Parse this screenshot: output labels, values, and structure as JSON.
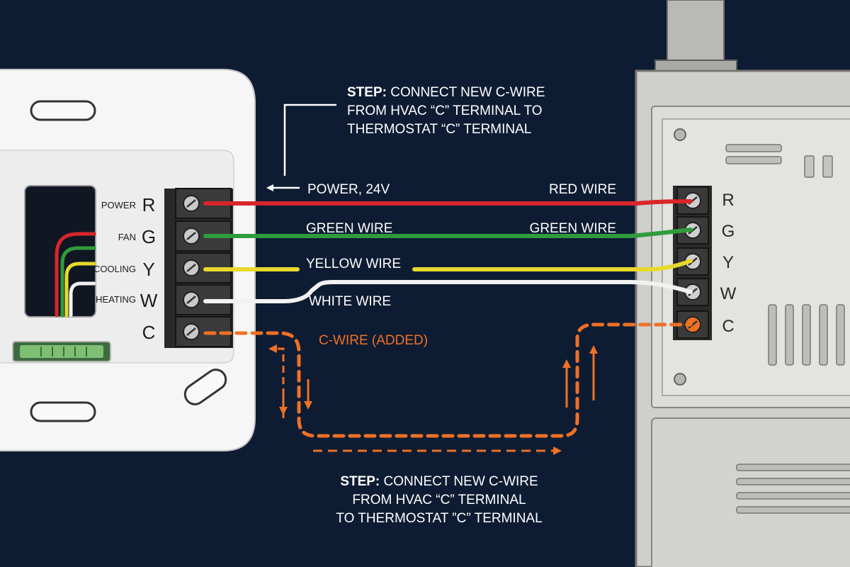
{
  "colors": {
    "background": "#0e1c33",
    "red_wire": "#d8262a",
    "green_wire": "#2f9c3c",
    "yellow_wire": "#e7d92c",
    "white_wire": "#f2f2f2",
    "c_wire": "#ee7125",
    "hvac_panel": "#d3d3cf",
    "thermostat_plate": "#f6f6f6"
  },
  "thermostat": {
    "terminals": [
      {
        "function": "POWER",
        "letter": "R"
      },
      {
        "function": "FAN",
        "letter": "G"
      },
      {
        "function": "COOLING",
        "letter": "Y"
      },
      {
        "function": "HEATING",
        "letter": "W"
      },
      {
        "function": "",
        "letter": "C"
      }
    ]
  },
  "hvac": {
    "terminals": [
      "R",
      "G",
      "Y",
      "W",
      "C"
    ]
  },
  "wires": {
    "power_label": "POWER, 24V",
    "red_label": "RED WIRE",
    "green_label_left": "GREEN WIRE",
    "green_label_right": "GREEN WIRE",
    "yellow_label": "YELLOW WIRE",
    "white_label": "WHITE WIRE",
    "c_label": "C-WIRE (ADDED)"
  },
  "step_top": {
    "bold": "STEP:",
    "line1_rest": " CONNECT NEW C-WIRE",
    "line2": "FROM HVAC “C” TERMINAL TO",
    "line3": "THERMOSTAT “C” TERMINAL"
  },
  "step_bottom": {
    "bold": "STEP:",
    "line1_rest": " CONNECT NEW C-WIRE",
    "line2": "FROM HVAC “C” TERMINAL",
    "line3": "TO THERMOSTAT ”C” TERMINAL"
  }
}
